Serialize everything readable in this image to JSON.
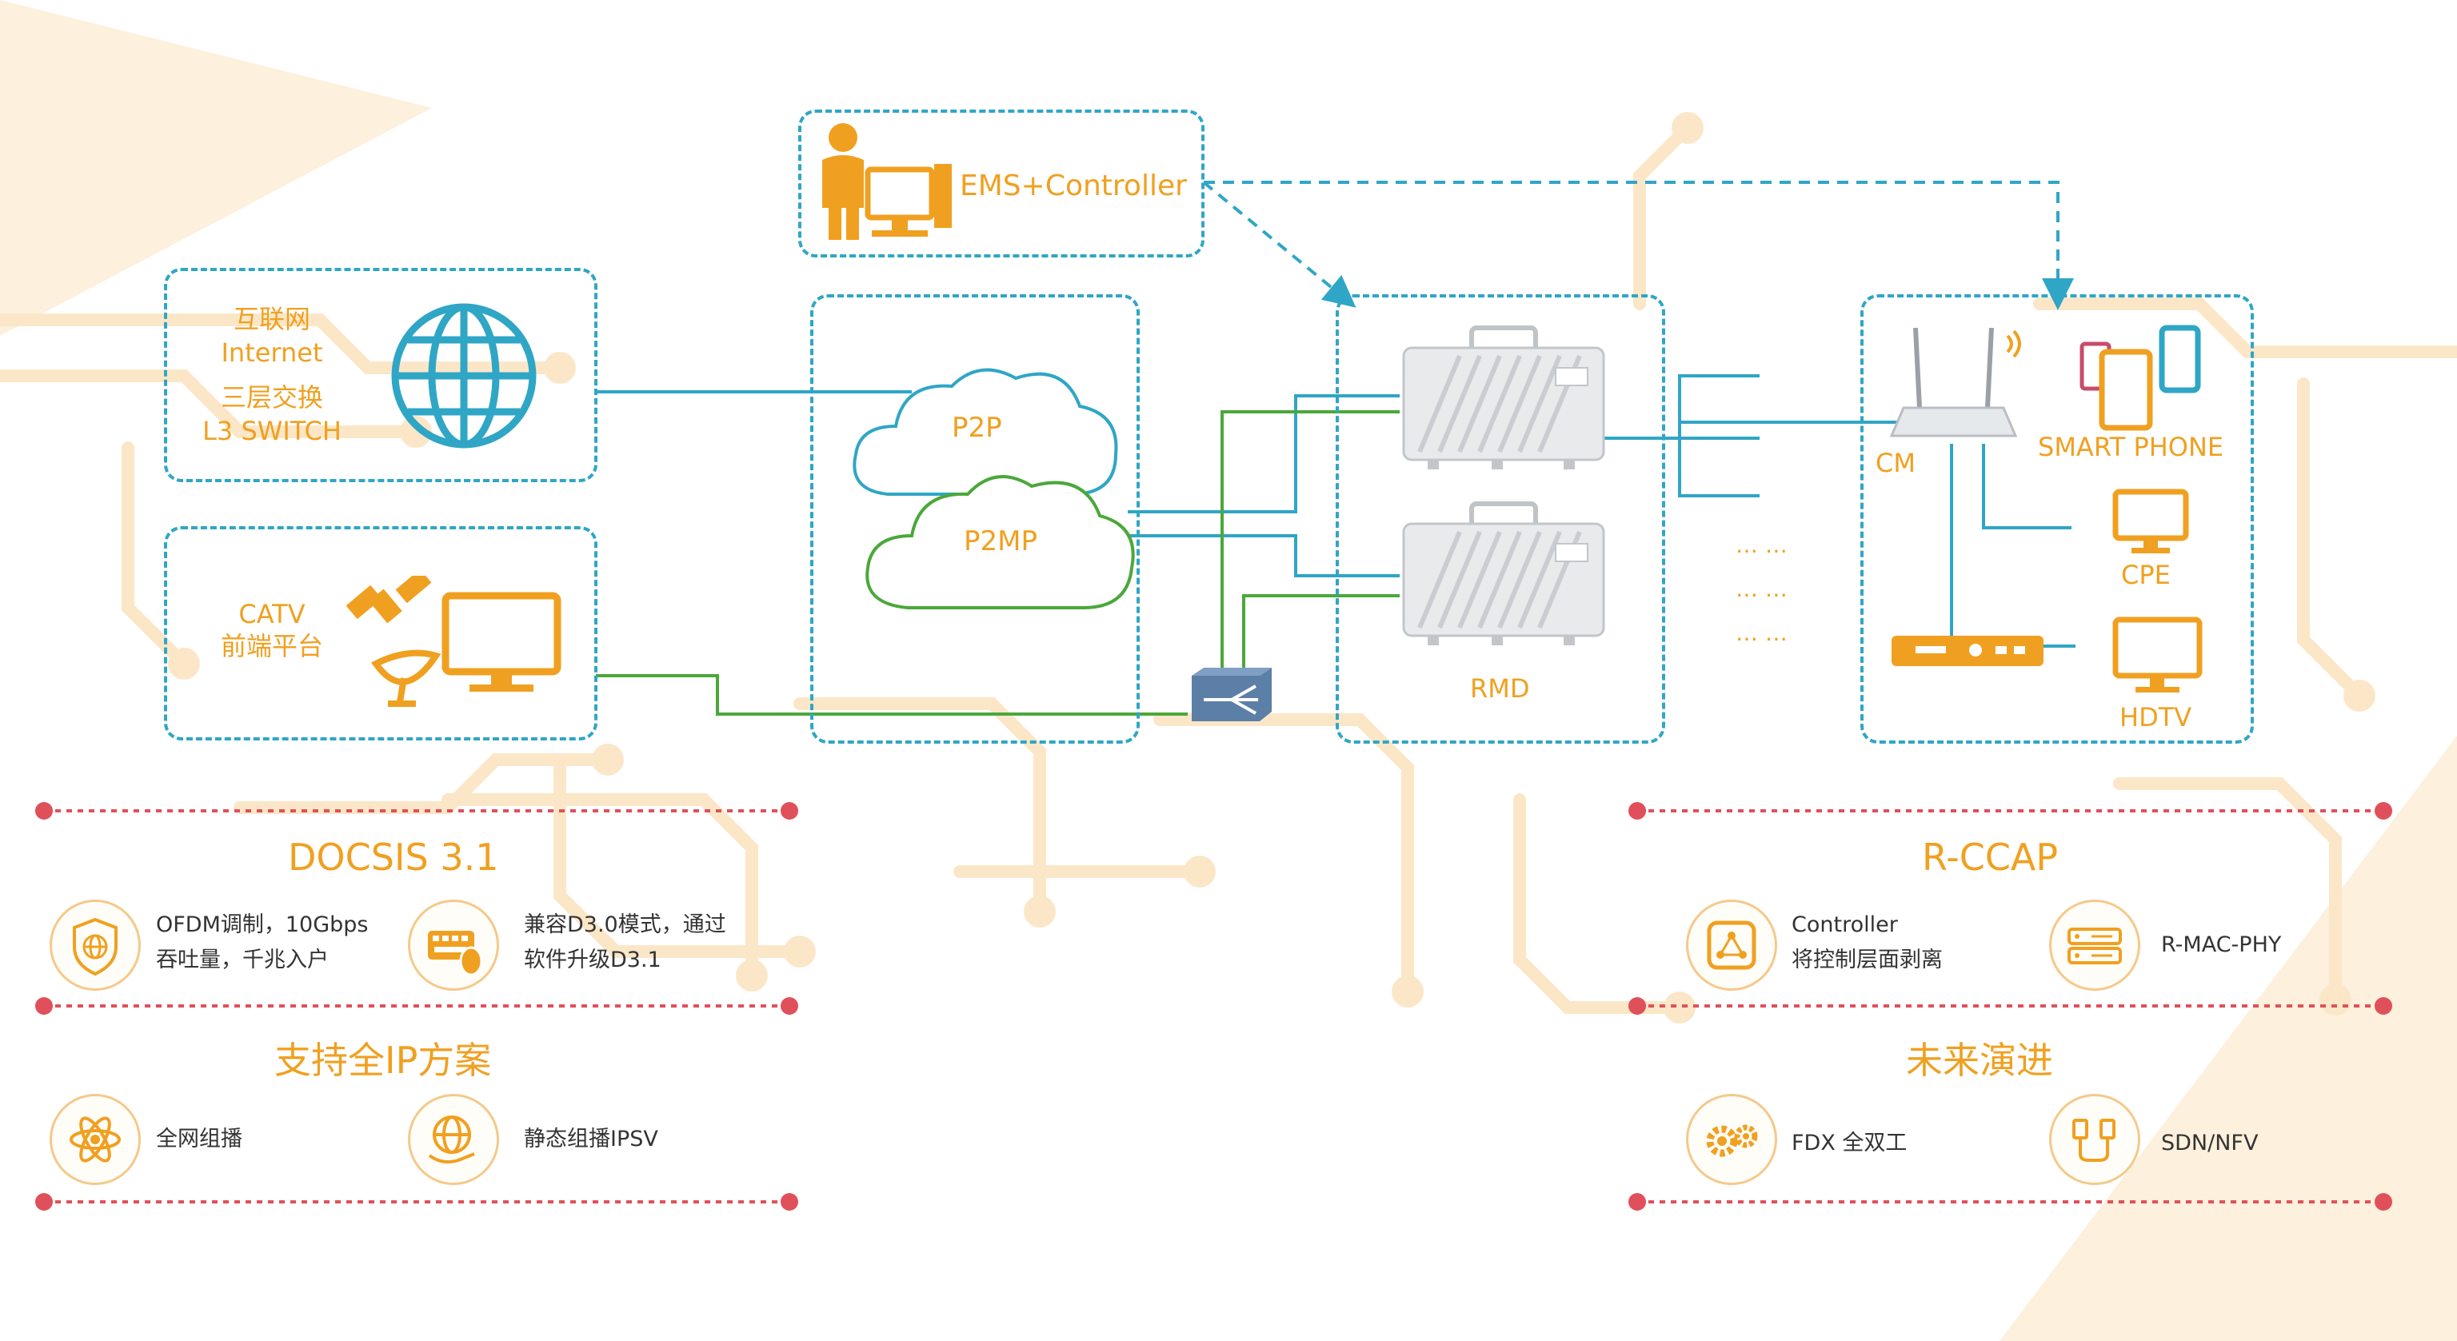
{
  "ems": {
    "label": "EMS+Controller"
  },
  "internet": {
    "line1": "互联网",
    "line2": "Internet",
    "line3": "三层交换",
    "line4": "L3  SWITCH"
  },
  "catv": {
    "line1": "CATV",
    "line2": "前端平台"
  },
  "clouds": {
    "p2p": "P2P",
    "p2mp": "P2MP"
  },
  "rmd": {
    "label": "RMD",
    "dots": [
      "… …",
      "… …",
      "… …"
    ]
  },
  "home": {
    "cm": "CM",
    "phone": "SMART PHONE",
    "cpe": "CPE",
    "hdtv": "HDTV"
  },
  "docsis": {
    "title": "DOCSIS  3.1",
    "f1_line1": "OFDM调制，10Gbps",
    "f1_line2": "吞吐量，千兆入户",
    "f2_line1": "兼容D3.0模式，通过",
    "f2_line2": "软件升级D3.1"
  },
  "ip": {
    "title": "支持全IP方案",
    "f1": "全网组播",
    "f2": "静态组播IPSV"
  },
  "rccap": {
    "title": "R-CCAP",
    "f1_line1": "Controller",
    "f1_line2": "将控制层面剥离",
    "f2": "R-MAC-PHY"
  },
  "future": {
    "title": "未来演进",
    "f1": "FDX  全双工",
    "f2": "SDN/NFV"
  },
  "colors": {
    "accent": "#f0a020",
    "blue": "#2fa6c5",
    "green": "#4aa83a",
    "red": "#e0505a"
  }
}
